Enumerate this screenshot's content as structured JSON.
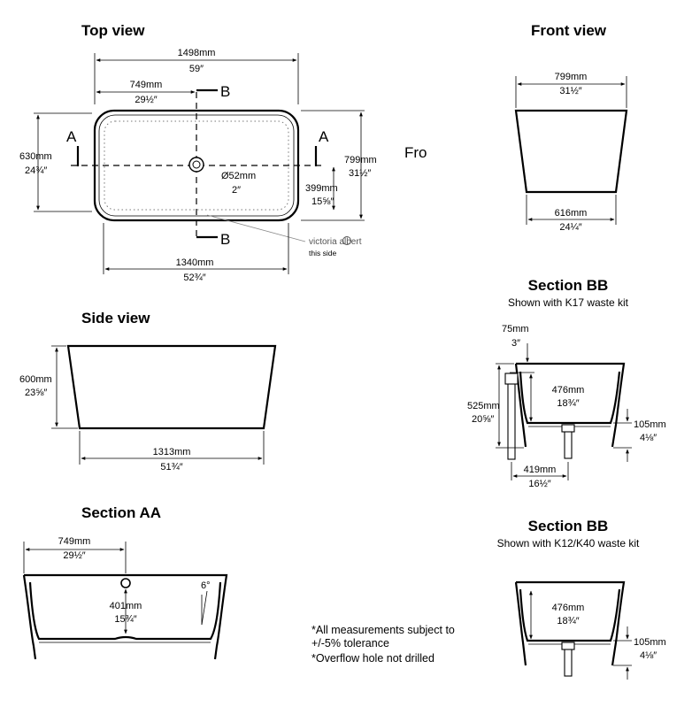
{
  "views": {
    "top": {
      "title": "Top view"
    },
    "front": {
      "title": "Front view"
    },
    "side": {
      "title": "Side view"
    },
    "section_aa": {
      "title": "Section AA"
    },
    "section_bb_k17": {
      "title": "Section BB",
      "subtitle": "Shown with K17 waste kit"
    },
    "section_bb_k12": {
      "title": "Section BB",
      "subtitle": "Shown with K12/K40 waste kit"
    }
  },
  "cut_marks": {
    "a": "A",
    "b": "B"
  },
  "fragment_text": "Fro",
  "brand": {
    "name": "victoria albert",
    "side_note": "this side"
  },
  "dimensions": {
    "top_length": {
      "mm": "1498mm",
      "in": "59″"
    },
    "top_half_length": {
      "mm": "749mm",
      "in": "29½″"
    },
    "top_width_left": {
      "mm": "630mm",
      "in": "24¾″"
    },
    "top_width_right": {
      "mm": "799mm",
      "in": "31½″"
    },
    "waste_diameter": {
      "mm": "Ø52mm",
      "in": "2″"
    },
    "waste_offset": {
      "mm": "399mm",
      "in": "15⅝″"
    },
    "top_inner_length": {
      "mm": "1340mm",
      "in": "52¾″"
    },
    "front_top": {
      "mm": "799mm",
      "in": "31½″"
    },
    "front_base": {
      "mm": "616mm",
      "in": "24¼″"
    },
    "side_height": {
      "mm": "600mm",
      "in": "23⅝″"
    },
    "side_base": {
      "mm": "1313mm",
      "in": "51¾″"
    },
    "aa_half": {
      "mm": "749mm",
      "in": "29½″"
    },
    "aa_depth": {
      "mm": "401mm",
      "in": "15¾″"
    },
    "aa_angle": "6°",
    "bb1_overflow": {
      "mm": "75mm",
      "in": "3″"
    },
    "bb1_depth": {
      "mm": "476mm",
      "in": "18¾″"
    },
    "bb1_height": {
      "mm": "525mm",
      "in": "20⅝″"
    },
    "bb1_base": {
      "mm": "105mm",
      "in": "4⅛″"
    },
    "bb1_offset": {
      "mm": "419mm",
      "in": "16½″"
    },
    "bb2_depth": {
      "mm": "476mm",
      "in": "18¾″"
    },
    "bb2_base": {
      "mm": "105mm",
      "in": "4⅛″"
    }
  },
  "notes": [
    "*All measurements subject to",
    "+/-5% tolerance",
    "*Overflow hole not drilled"
  ]
}
